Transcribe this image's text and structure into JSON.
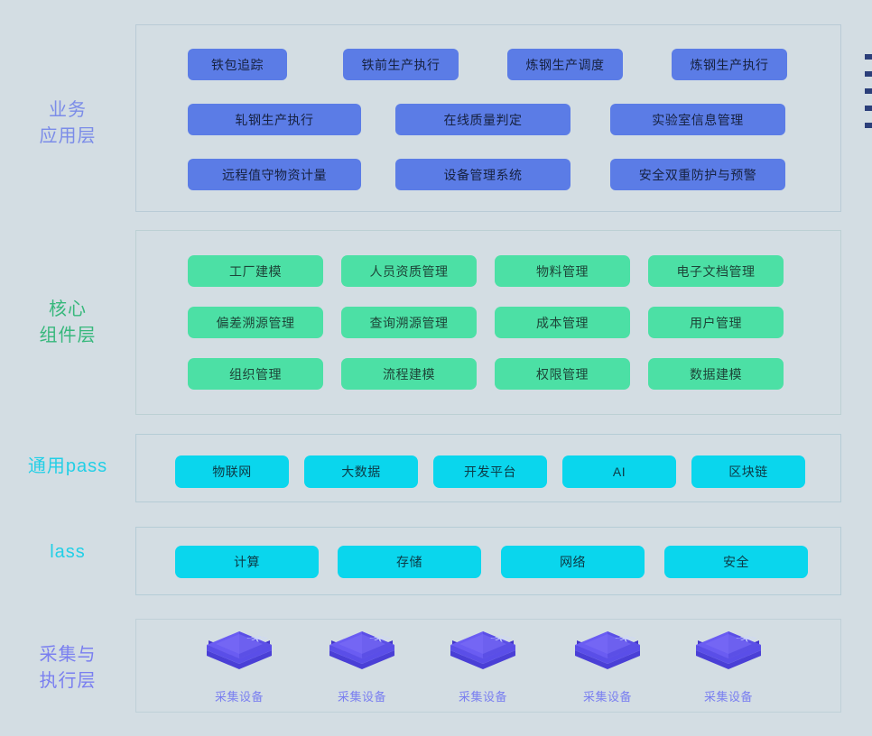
{
  "background_color": "#d3dde3",
  "layers": [
    {
      "id": "business-application",
      "label": "业务\n应用层",
      "label_color": "#7b8ce8",
      "chip_color": "#5b7ce6",
      "rows": [
        [
          {
            "label": "铁包追踪"
          },
          {
            "label": "铁前生产执行"
          },
          {
            "label": "炼钢生产调度"
          },
          {
            "label": "炼钢生产执行"
          }
        ],
        [
          {
            "label": "轧钢生产执行"
          },
          {
            "label": "在线质量判定"
          },
          {
            "label": "实验室信息管理"
          }
        ],
        [
          {
            "label": "远程值守物资计量"
          },
          {
            "label": "设备管理系统"
          },
          {
            "label": "安全双重防护与预警"
          }
        ]
      ]
    },
    {
      "id": "core-component",
      "label": "核心\n组件层",
      "label_color": "#37b87c",
      "chip_color": "#4ce0a5",
      "rows": [
        [
          {
            "label": "工厂建模"
          },
          {
            "label": "人员资质管理"
          },
          {
            "label": "物料管理"
          },
          {
            "label": "电子文档管理"
          }
        ],
        [
          {
            "label": "偏差溯源管理"
          },
          {
            "label": "查询溯源管理"
          },
          {
            "label": "成本管理"
          },
          {
            "label": "用户管理"
          }
        ],
        [
          {
            "label": "组织管理"
          },
          {
            "label": "流程建模"
          },
          {
            "label": "权限管理"
          },
          {
            "label": "数据建模"
          }
        ]
      ]
    },
    {
      "id": "general-paas",
      "label": "通用pass",
      "label_color": "#22cfe6",
      "chip_color": "#0ad6ed",
      "rows": [
        [
          {
            "label": "物联网"
          },
          {
            "label": "大数据"
          },
          {
            "label": "开发平台"
          },
          {
            "label": "AI"
          },
          {
            "label": "区块链"
          }
        ]
      ]
    },
    {
      "id": "iaas",
      "label": "lass",
      "label_color": "#22cfe6",
      "chip_color": "#0ad6ed",
      "rows": [
        [
          {
            "label": "计算"
          },
          {
            "label": "存储"
          },
          {
            "label": "网络"
          },
          {
            "label": "安全"
          }
        ]
      ]
    },
    {
      "id": "acquisition-execution",
      "label": "采集与\n执行层",
      "label_color": "#7a7ff0",
      "devices": [
        {
          "caption": "采集设备",
          "glyph": "采"
        },
        {
          "caption": "采集设备",
          "glyph": "采"
        },
        {
          "caption": "采集设备",
          "glyph": "采"
        },
        {
          "caption": "采集设备",
          "glyph": "采"
        },
        {
          "caption": "采集设备",
          "glyph": "采"
        }
      ]
    }
  ],
  "edge_marks": {
    "count": 5,
    "color": "#2b3f7a"
  }
}
